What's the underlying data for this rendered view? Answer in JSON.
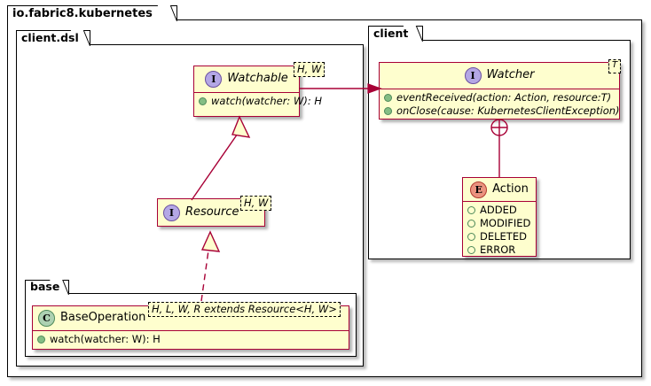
{
  "diagram": {
    "kind": "uml-class-diagram",
    "background": "#ffffff",
    "node_fill": "#FEFECE",
    "node_border": "#A80036",
    "edge_color": "#A80036"
  },
  "packages": [
    {
      "id": "root",
      "label": "io.fabric8.kubernetes"
    },
    {
      "id": "clientdsl",
      "label": "client.dsl"
    },
    {
      "id": "base",
      "label": "base"
    },
    {
      "id": "client",
      "label": "client"
    }
  ],
  "classes": {
    "watchable": {
      "stereotype_letter": "I",
      "stereotype_kind": "interface",
      "name": "Watchable",
      "generics": "H, W",
      "members": [
        {
          "visibility": "public",
          "text": "watch(watcher: W): H"
        }
      ]
    },
    "resource": {
      "stereotype_letter": "I",
      "stereotype_kind": "interface",
      "name": "Resource",
      "generics": "H, W",
      "members": []
    },
    "baseoperation": {
      "stereotype_letter": "C",
      "stereotype_kind": "class",
      "name": "BaseOperation",
      "generics": "H, L, W, R extends Resource<H, W>",
      "members": [
        {
          "visibility": "public",
          "text": "watch(watcher: W): H"
        }
      ]
    },
    "watcher": {
      "stereotype_letter": "I",
      "stereotype_kind": "interface",
      "name": "Watcher",
      "generics": "T",
      "members": [
        {
          "visibility": "public",
          "text": "eventReceived(action: Action, resource:T)"
        },
        {
          "visibility": "public",
          "text": "onClose(cause: KubernetesClientException)"
        }
      ]
    },
    "action": {
      "stereotype_letter": "E",
      "stereotype_kind": "enum",
      "name": "Action",
      "generics": "",
      "members": [
        {
          "visibility": "enum",
          "text": "ADDED"
        },
        {
          "visibility": "enum",
          "text": "MODIFIED"
        },
        {
          "visibility": "enum",
          "text": "DELETED"
        },
        {
          "visibility": "enum",
          "text": "ERROR"
        }
      ]
    }
  },
  "edges": [
    {
      "id": "resource-extends-watchable",
      "from": "resource",
      "to": "watchable",
      "style": "solid",
      "arrow": "hollow-triangle"
    },
    {
      "id": "baseoperation-implements-resource",
      "from": "baseoperation",
      "to": "resource",
      "style": "dashed",
      "arrow": "hollow-triangle"
    },
    {
      "id": "watchable-uses-watcher",
      "from": "watchable",
      "to": "watcher",
      "style": "solid",
      "arrow": "filled-arrow"
    },
    {
      "id": "watcher-contains-action",
      "from": "watcher",
      "to": "action",
      "style": "solid",
      "arrow": "circle-plus"
    }
  ]
}
